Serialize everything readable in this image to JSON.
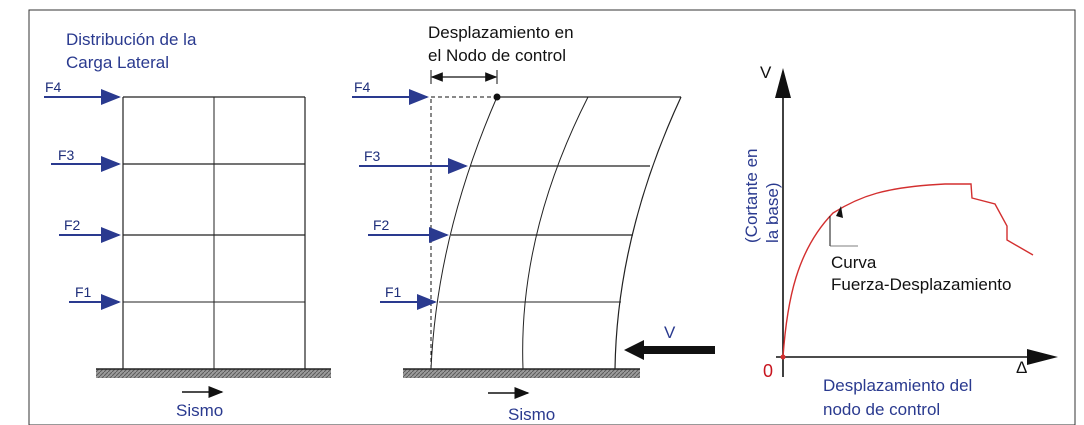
{
  "left_panel": {
    "title_line1": "Distribución de la",
    "title_line2": "Carga Lateral",
    "forces": [
      "F4",
      "F3",
      "F2",
      "F1"
    ],
    "ground_label": "Sismo"
  },
  "middle_panel": {
    "title_line1": "Desplazamiento en",
    "title_line2": "el Nodo de control",
    "forces": [
      "F4",
      "F3",
      "F2",
      "F1"
    ],
    "base_shear_label": "V",
    "ground_label": "Sismo"
  },
  "right_panel": {
    "y_axis_symbol": "V",
    "y_axis_label_line1": "(Cortante en",
    "y_axis_label_line2": "la base)",
    "x_axis_symbol": "Δ",
    "origin_label": "0",
    "curve_label_line1": "Curva",
    "curve_label_line2": "Fuerza-Desplazamiento",
    "x_axis_label_line1": "Desplazamiento del",
    "x_axis_label_line2": "nodo de control"
  },
  "colors": {
    "force_arrow": "#2a3a8f",
    "curve": "#d32f2f",
    "frame": "#222222"
  }
}
